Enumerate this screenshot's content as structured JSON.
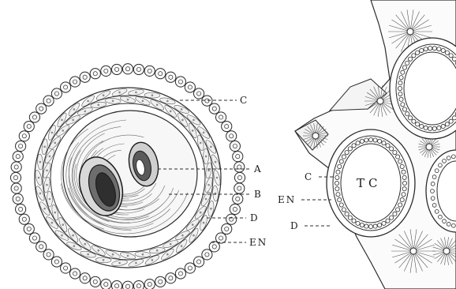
{
  "left_figure": {
    "labels": {
      "c": "C",
      "a": "A",
      "b": "B",
      "d": "D",
      "en": "EN"
    }
  },
  "right_figure": {
    "labels": {
      "tc": "TC",
      "c": "C",
      "en": "EN",
      "d": "D"
    }
  },
  "colors": {
    "ink": "#2b2b2b",
    "stipple": "#8a8a8a",
    "paper": "#ffffff"
  }
}
